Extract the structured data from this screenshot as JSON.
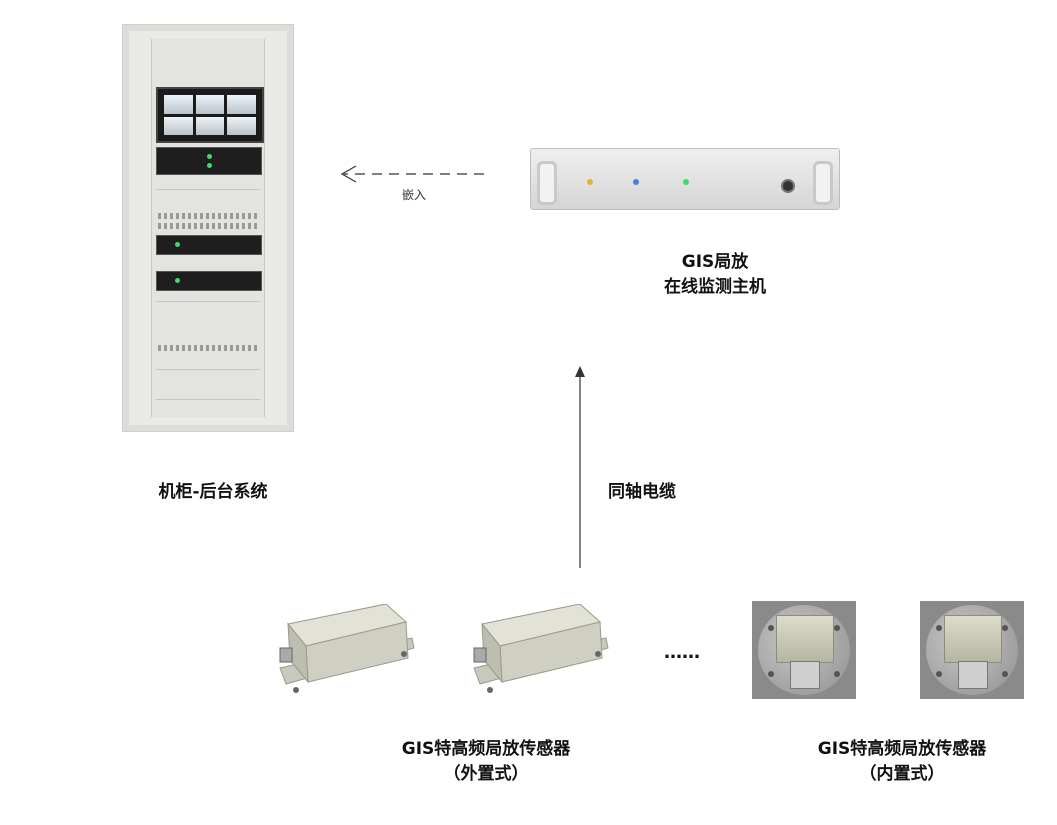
{
  "labels": {
    "host_line1": "GIS局放",
    "host_line2": "在线监测主机",
    "cabinet": "机柜-后台系统",
    "embed": "嵌入",
    "cable": "同轴电缆",
    "ellipsis": "……",
    "sensor_ext_line1": "GIS特高频局放传感器",
    "sensor_ext_line2": "（外置式）",
    "sensor_int_line1": "GIS特高频局放传感器",
    "sensor_int_line2": "（内置式）"
  },
  "colors": {
    "arrow": "#333333",
    "led_green": "#3fdc6a",
    "led_yellow": "#e0b23a",
    "led_blue": "#4a7fd6"
  }
}
